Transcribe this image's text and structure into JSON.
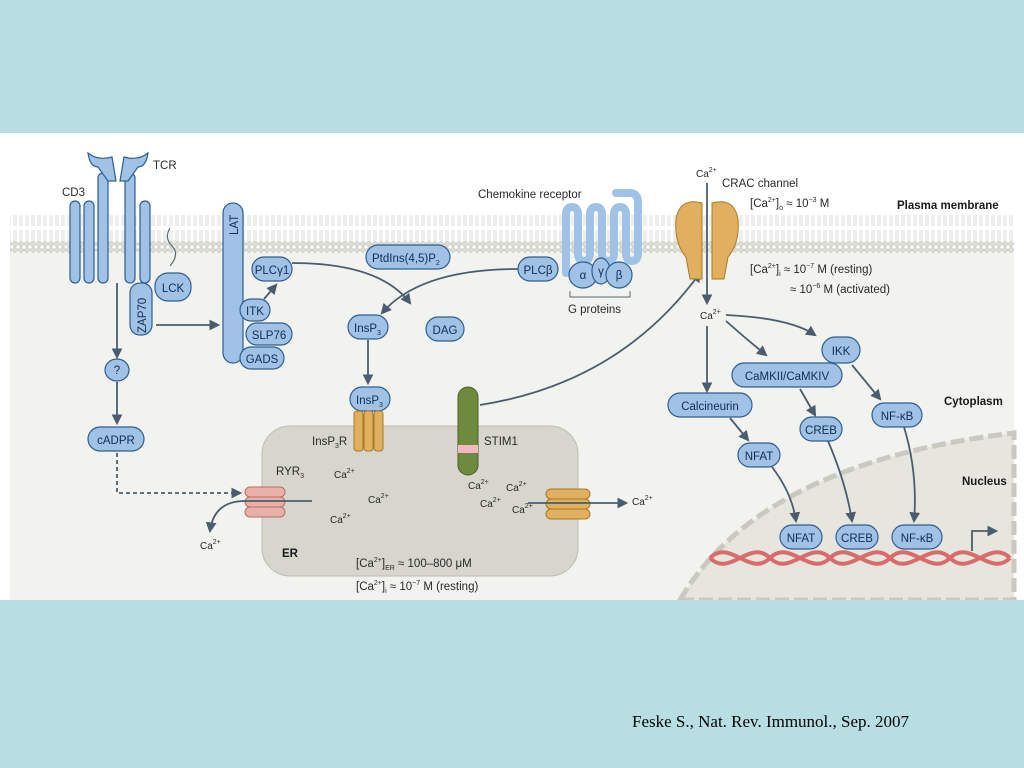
{
  "figure": {
    "labels": {
      "tcr": "TCR",
      "cd3": "CD3",
      "zap70": "ZAP70",
      "lck": "LCK",
      "lat": "LAT",
      "plcg1": "PLCγ1",
      "itk": "ITK",
      "slp76": "SLP76",
      "gads": "GADS",
      "question": "?",
      "cadpr": "cADPR",
      "ptdins_pre": "PtdIns(4,5)P",
      "ptdins_sub": "2",
      "insp3_pre": "InsP",
      "insp3_sub": "3",
      "dag": "DAG",
      "insp3r_pre": "InsP",
      "insp3r_sub": "3",
      "insp3r_post": "R",
      "ryr_pre": "RYR",
      "ryr_sub": "3",
      "stim1": "STIM1",
      "er": "ER",
      "chemokine_receptor": "Chemokine receptor",
      "plcb": "PLCβ",
      "alpha": "α",
      "gamma": "γ",
      "beta": "β",
      "g_proteins": "G proteins",
      "ca": "Ca",
      "ca_sup": "2+",
      "crac_channel": "CRAC channel",
      "plasma_membrane": "Plasma membrane",
      "cytoplasm": "Cytoplasm",
      "nucleus": "Nucleus",
      "calcineurin": "Calcineurin",
      "camk": "CaMKII/CaMKIV",
      "ikk": "IKK",
      "creb": "CREB",
      "nfkb": "NF-κB",
      "nfat": "NFAT"
    },
    "concentrations": {
      "outside": "≈ 10",
      "outside_exp": "−3",
      "outside_unit": " M",
      "inside_resting": "≈ 10",
      "inside_resting_exp": "−7",
      "inside_resting_unit": " M (resting)",
      "inside_activated": "≈ 10",
      "inside_activated_exp": "−6",
      "inside_activated_unit": " M (activated)",
      "er": "≈ 100–800 μM",
      "er_resting": "≈ 10",
      "er_resting_exp": "−7",
      "er_resting_unit": " M (resting)"
    },
    "colors": {
      "background": "#b7dfe3",
      "protein": "#9fc2e6",
      "crac": "#e0b060",
      "stim1": "#6e8a3e",
      "ryr": "#e8b0a8",
      "dna_red": "#d96b6b"
    }
  },
  "citation": "Feske S., Nat. Rev. Immunol., Sep. 2007"
}
